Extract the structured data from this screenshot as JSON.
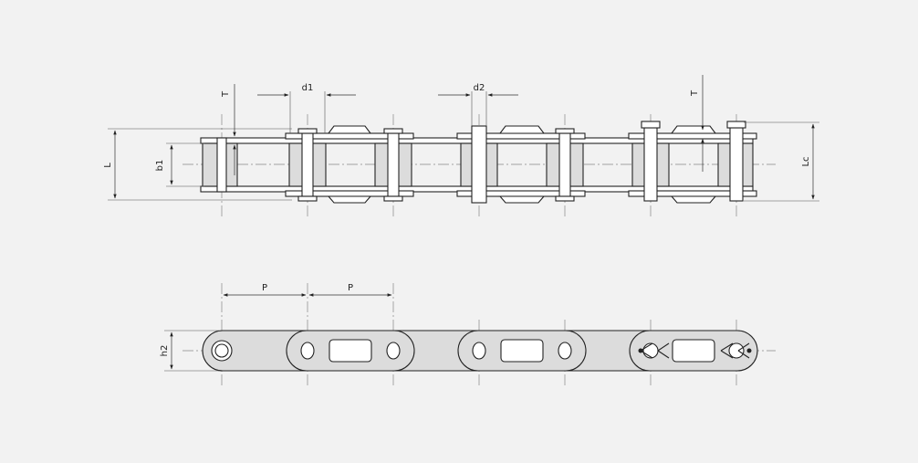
{
  "dimensions": {
    "T": "T",
    "d1": "d1",
    "d2": "d2",
    "L": "L",
    "b1": "b1",
    "Lc": "Lc",
    "P": "P",
    "h2": "h2"
  },
  "colors": {
    "background": "#f2f2f2",
    "hatch_fill": "#dcdcdc",
    "line": "#222222",
    "centerline": "#888888"
  }
}
